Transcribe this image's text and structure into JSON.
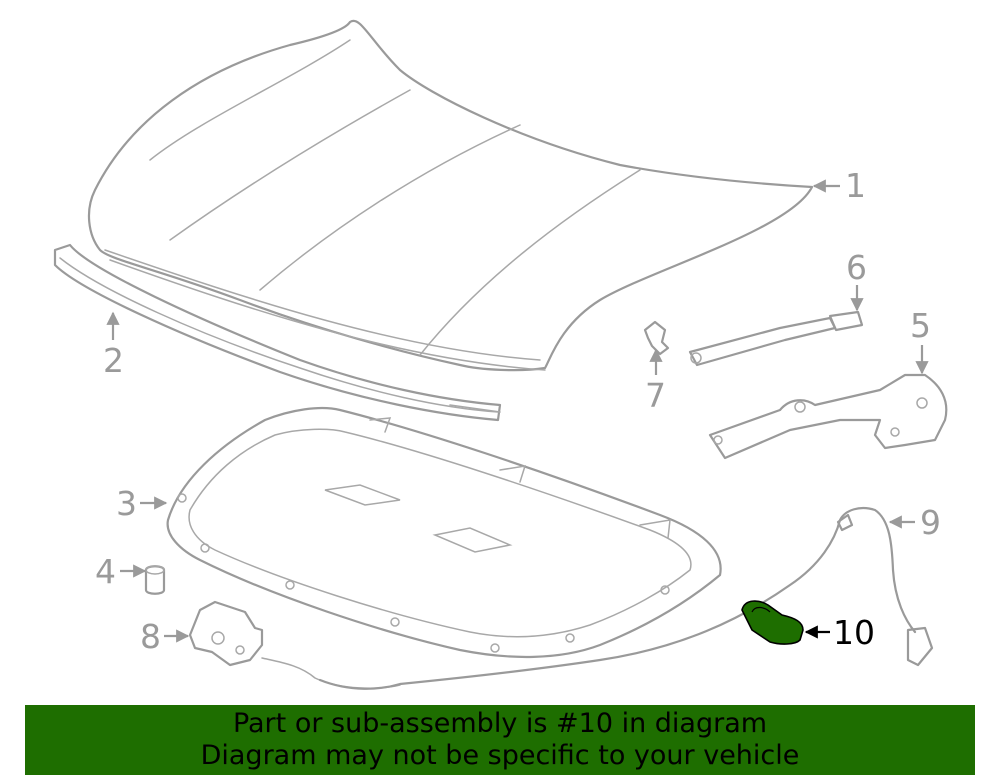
{
  "callouts": [
    "1",
    "2",
    "3",
    "4",
    "5",
    "6",
    "7",
    "8",
    "9",
    "10"
  ],
  "highlighted_part": "10",
  "colors": {
    "banner": "#1e6e00",
    "highlight_fill": "#1e6e00",
    "line_art": "#9a9a9a"
  },
  "banner": {
    "line1": "Part or sub-assembly is #10 in diagram",
    "line2": "Diagram may not be specific to your vehicle"
  }
}
